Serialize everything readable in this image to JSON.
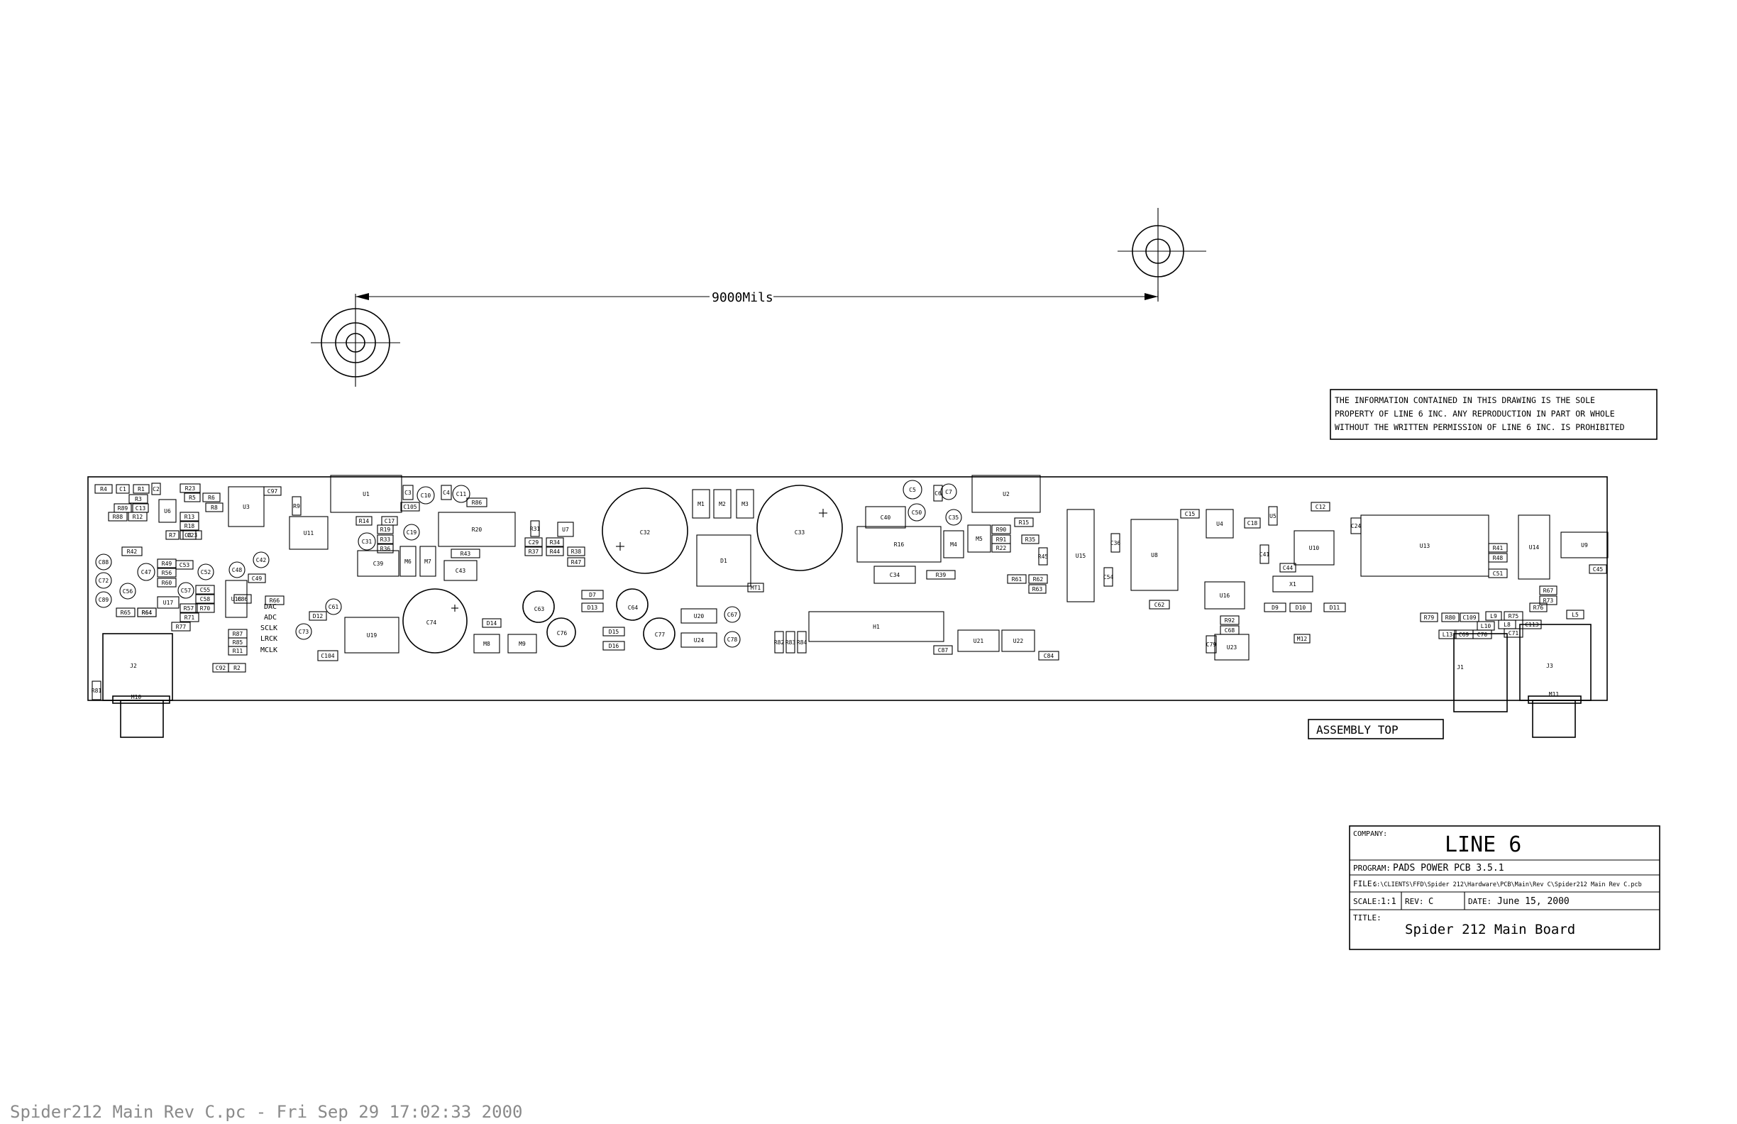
{
  "dimension": {
    "label": "9000Mils"
  },
  "notice": {
    "lines": [
      "THE INFORMATION CONTAINED IN THIS DRAWING IS THE SOLE",
      "PROPERTY OF LINE 6 INC.  ANY REPRODUCTION IN PART OR WHOLE",
      "WITHOUT THE WRITTEN PERMISSION OF LINE 6 INC. IS PROHIBITED"
    ]
  },
  "assembly_label": "ASSEMBLY TOP",
  "title_block": {
    "company_label": "COMPANY:",
    "company": "LINE 6",
    "program_label": "PROGRAM:",
    "program": "PADS POWER PCB 3.5.1",
    "file_label": "FILE:",
    "file": "G:\\CLIENTS\\FFD\\Spider 212\\Hardware\\PCB\\Main\\Rev C\\Spider212 Main Rev C.pcb",
    "scale_label": "SCALE:",
    "scale": "1:1",
    "rev_label": "REV:",
    "rev": "C",
    "date_label": "DATE:",
    "date": "June 15, 2000",
    "title_label": "TITLE:",
    "title": "Spider 212 Main Board"
  },
  "board_signal_labels": [
    "DAC",
    "ADC",
    "SCLK",
    "LRCK",
    "MCLK"
  ],
  "components": [
    {
      "ref": "R4"
    },
    {
      "ref": "C1"
    },
    {
      "ref": "R1"
    },
    {
      "ref": "C2"
    },
    {
      "ref": "R3"
    },
    {
      "ref": "R89"
    },
    {
      "ref": "C13"
    },
    {
      "ref": "R88"
    },
    {
      "ref": "R12"
    },
    {
      "ref": "R23"
    },
    {
      "ref": "R5"
    },
    {
      "ref": "R6"
    },
    {
      "ref": "U6"
    },
    {
      "ref": "R8"
    },
    {
      "ref": "R13"
    },
    {
      "ref": "R18"
    },
    {
      "ref": "C8"
    },
    {
      "ref": "R7"
    },
    {
      "ref": "C23"
    },
    {
      "ref": "U3"
    },
    {
      "ref": "C97"
    },
    {
      "ref": "R9"
    },
    {
      "ref": "U1"
    },
    {
      "ref": "C3"
    },
    {
      "ref": "C10"
    },
    {
      "ref": "C4"
    },
    {
      "ref": "C11"
    },
    {
      "ref": "R86"
    },
    {
      "ref": "C105"
    },
    {
      "ref": "U11"
    },
    {
      "ref": "R14"
    },
    {
      "ref": "C17"
    },
    {
      "ref": "R20"
    },
    {
      "ref": "R19"
    },
    {
      "ref": "C31"
    },
    {
      "ref": "R33"
    },
    {
      "ref": "R36"
    },
    {
      "ref": "C19"
    },
    {
      "ref": "C39"
    },
    {
      "ref": "M6"
    },
    {
      "ref": "M7"
    },
    {
      "ref": "R43"
    },
    {
      "ref": "C43"
    },
    {
      "ref": "R42"
    },
    {
      "ref": "R49"
    },
    {
      "ref": "R56"
    },
    {
      "ref": "R60"
    },
    {
      "ref": "C47"
    },
    {
      "ref": "C53"
    },
    {
      "ref": "C52"
    },
    {
      "ref": "C48"
    },
    {
      "ref": "C42"
    },
    {
      "ref": "C49"
    },
    {
      "ref": "C57"
    },
    {
      "ref": "C55"
    },
    {
      "ref": "C58"
    },
    {
      "ref": "R70"
    },
    {
      "ref": "R71"
    },
    {
      "ref": "R77"
    },
    {
      "ref": "U17"
    },
    {
      "ref": "C86"
    },
    {
      "ref": "R66"
    },
    {
      "ref": "U18"
    },
    {
      "ref": "C88"
    },
    {
      "ref": "C72"
    },
    {
      "ref": "C56"
    },
    {
      "ref": "C89"
    },
    {
      "ref": "R65"
    },
    {
      "ref": "R64"
    },
    {
      "ref": "J2"
    },
    {
      "ref": "M10"
    },
    {
      "ref": "R81"
    },
    {
      "ref": "R57"
    },
    {
      "ref": "R85"
    },
    {
      "ref": "R87"
    },
    {
      "ref": "R11"
    },
    {
      "ref": "R2"
    },
    {
      "ref": "C92"
    },
    {
      "ref": "C61"
    },
    {
      "ref": "D12"
    },
    {
      "ref": "C73"
    },
    {
      "ref": "U19"
    },
    {
      "ref": "C104"
    },
    {
      "ref": "C74"
    },
    {
      "ref": "D14"
    },
    {
      "ref": "M8"
    },
    {
      "ref": "M9"
    },
    {
      "ref": "C63"
    },
    {
      "ref": "C76"
    },
    {
      "ref": "D7"
    },
    {
      "ref": "D13"
    },
    {
      "ref": "D15"
    },
    {
      "ref": "D16"
    },
    {
      "ref": "C64"
    },
    {
      "ref": "C77"
    },
    {
      "ref": "U20"
    },
    {
      "ref": "U24"
    },
    {
      "ref": "C67"
    },
    {
      "ref": "C78"
    },
    {
      "ref": "C32"
    },
    {
      "ref": "C33"
    },
    {
      "ref": "M1"
    },
    {
      "ref": "M2"
    },
    {
      "ref": "M3"
    },
    {
      "ref": "D1"
    },
    {
      "ref": "MT1"
    },
    {
      "ref": "R34"
    },
    {
      "ref": "R37"
    },
    {
      "ref": "R38"
    },
    {
      "ref": "R44"
    },
    {
      "ref": "R47"
    },
    {
      "ref": "C29"
    },
    {
      "ref": "U7"
    },
    {
      "ref": "R31"
    },
    {
      "ref": "H1"
    },
    {
      "ref": "R82"
    },
    {
      "ref": "R83"
    },
    {
      "ref": "R84"
    },
    {
      "ref": "C40"
    },
    {
      "ref": "R16"
    },
    {
      "ref": "C34"
    },
    {
      "ref": "R39"
    },
    {
      "ref": "C5"
    },
    {
      "ref": "C6"
    },
    {
      "ref": "C7"
    },
    {
      "ref": "C50"
    },
    {
      "ref": "C35"
    },
    {
      "ref": "U2"
    },
    {
      "ref": "M4"
    },
    {
      "ref": "M5"
    },
    {
      "ref": "R90"
    },
    {
      "ref": "R91"
    },
    {
      "ref": "R22"
    },
    {
      "ref": "R35"
    },
    {
      "ref": "R15"
    },
    {
      "ref": "R45"
    },
    {
      "ref": "R61"
    },
    {
      "ref": "R62"
    },
    {
      "ref": "R64"
    },
    {
      "ref": "R63"
    },
    {
      "ref": "U21"
    },
    {
      "ref": "U22"
    },
    {
      "ref": "C87"
    },
    {
      "ref": "C84"
    },
    {
      "ref": "U15"
    },
    {
      "ref": "C36"
    },
    {
      "ref": "C54"
    },
    {
      "ref": "U8"
    },
    {
      "ref": "C15"
    },
    {
      "ref": "C62"
    },
    {
      "ref": "U4"
    },
    {
      "ref": "U5"
    },
    {
      "ref": "C18"
    },
    {
      "ref": "C41"
    },
    {
      "ref": "U10"
    },
    {
      "ref": "C12"
    },
    {
      "ref": "C44"
    },
    {
      "ref": "X1"
    },
    {
      "ref": "U16"
    },
    {
      "ref": "D9"
    },
    {
      "ref": "D10"
    },
    {
      "ref": "D11"
    },
    {
      "ref": "R92"
    },
    {
      "ref": "C68"
    },
    {
      "ref": "U23"
    },
    {
      "ref": "C79"
    },
    {
      "ref": "M12"
    },
    {
      "ref": "U13"
    },
    {
      "ref": "C24"
    },
    {
      "ref": "R41"
    },
    {
      "ref": "R48"
    },
    {
      "ref": "C51"
    },
    {
      "ref": "U14"
    },
    {
      "ref": "U9"
    },
    {
      "ref": "C45"
    },
    {
      "ref": "R67"
    },
    {
      "ref": "R73"
    },
    {
      "ref": "R76"
    },
    {
      "ref": "R79"
    },
    {
      "ref": "R80"
    },
    {
      "ref": "C109"
    },
    {
      "ref": "L9"
    },
    {
      "ref": "R75"
    },
    {
      "ref": "L8"
    },
    {
      "ref": "C113"
    },
    {
      "ref": "L5"
    },
    {
      "ref": "C71"
    },
    {
      "ref": "C70"
    },
    {
      "ref": "C69"
    },
    {
      "ref": "L10"
    },
    {
      "ref": "L13"
    },
    {
      "ref": "J1"
    },
    {
      "ref": "J3"
    },
    {
      "ref": "M11"
    }
  ]
}
